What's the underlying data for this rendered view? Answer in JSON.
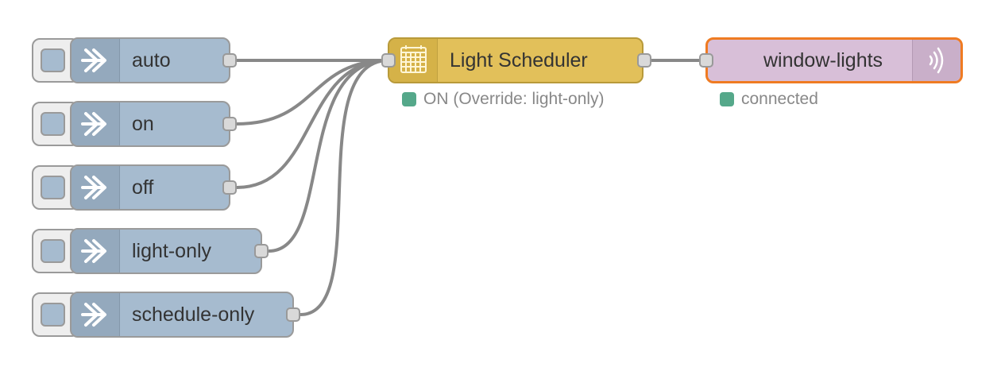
{
  "inject_nodes": [
    {
      "label": "auto"
    },
    {
      "label": "on"
    },
    {
      "label": "off"
    },
    {
      "label": "light-only"
    },
    {
      "label": "schedule-only"
    }
  ],
  "scheduler_node": {
    "label": "Light Scheduler",
    "icon": "calendar-icon",
    "status": {
      "text": "ON (Override: light-only)",
      "color": "#55a88a"
    }
  },
  "mqtt_node": {
    "label": "window-lights",
    "icon": "wifi-signal-icon",
    "status": {
      "text": "connected",
      "color": "#55a88a"
    }
  },
  "colors": {
    "inject": "#a6bbcf",
    "scheduler": "#e2c05a",
    "mqtt": "#d8bfd8",
    "selected_outline": "#ef7b22",
    "wire": "#888888"
  }
}
